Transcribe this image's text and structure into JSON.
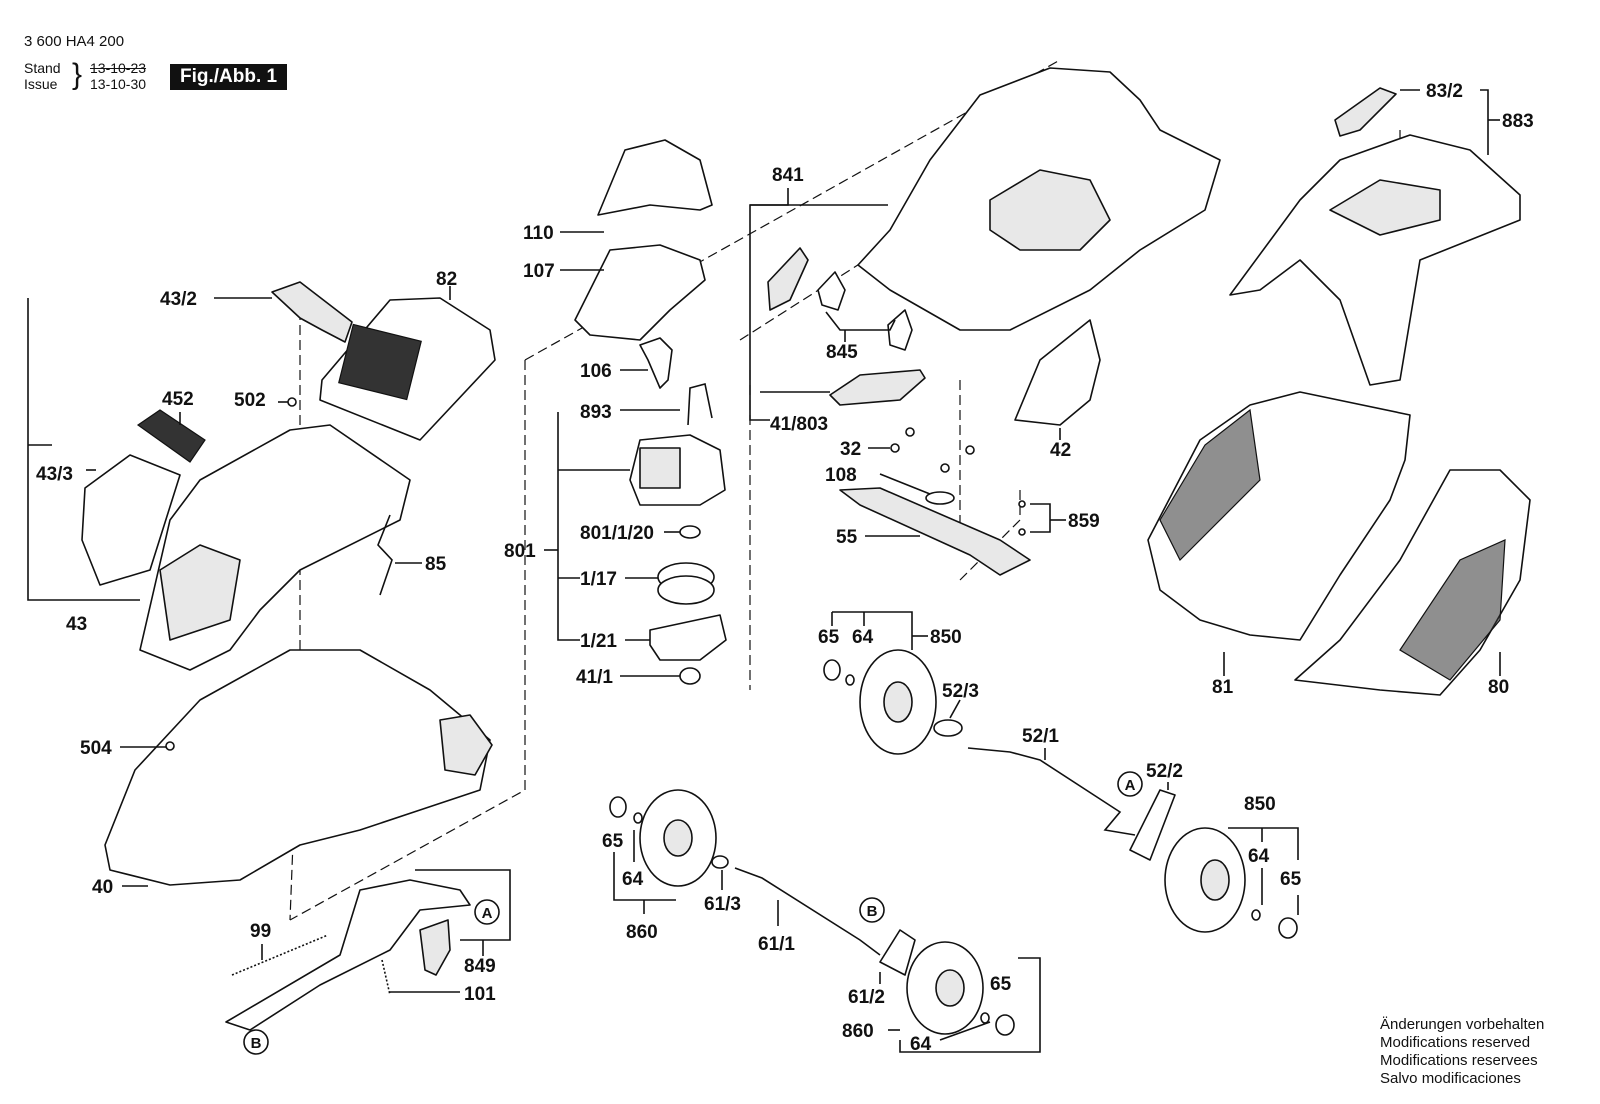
{
  "header": {
    "part_number": "3 600 HA4 200",
    "stand_label": "Stand",
    "issue_label": "Issue",
    "stand_date": "13-10-23",
    "issue_date": "13-10-30",
    "figure_label": "Fig./Abb. 1"
  },
  "callouts": {
    "A": "A",
    "B": "B"
  },
  "labels": {
    "p43_2": "43/2",
    "p82": "82",
    "p452": "452",
    "p502": "502",
    "p43_3": "43/3",
    "p85": "85",
    "p43": "43",
    "p504": "504",
    "p40": "40",
    "p99": "99",
    "p849": "849",
    "p101": "101",
    "p110": "110",
    "p107": "107",
    "p106": "106",
    "p893": "893",
    "p801_1_20": "801/1/20",
    "p801": "801",
    "p1_17": "1/17",
    "p1_21": "1/21",
    "p41_1": "41/1",
    "p841": "841",
    "p845": "845",
    "p41_803": "41/803",
    "p32": "32",
    "p108": "108",
    "p55": "55",
    "p42": "42",
    "p859": "859",
    "p83_2": "83/2",
    "p883": "883",
    "p81": "81",
    "p80": "80",
    "p65a": "65",
    "p64a": "64",
    "p850a": "850",
    "p52_3": "52/3",
    "p52_1": "52/1",
    "p52_2": "52/2",
    "p850b": "850",
    "p64b": "64",
    "p65b": "65",
    "p65c": "65",
    "p64c": "64",
    "p860a": "860",
    "p61_3": "61/3",
    "p61_1": "61/1",
    "p61_2": "61/2",
    "p65d": "65",
    "p860b": "860",
    "p64d": "64"
  },
  "notes": [
    "Änderungen vorbehalten",
    "Modifications reserved",
    "Modifications reservees",
    "Salvo modificaciones"
  ]
}
